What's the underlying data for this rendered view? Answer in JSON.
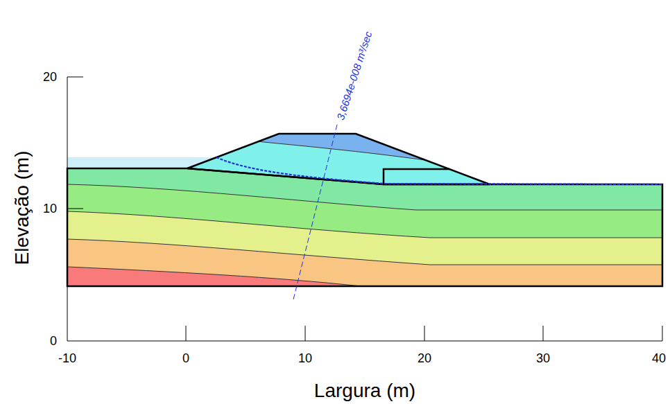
{
  "diagram": {
    "labels": [
      "20",
      "10",
      "0",
      "-10",
      "0",
      "10",
      "20",
      "30",
      "40",
      "Elevação (m)",
      "Largura (m)",
      "3,6694e-008 m³/sec"
    ]
  }
}
